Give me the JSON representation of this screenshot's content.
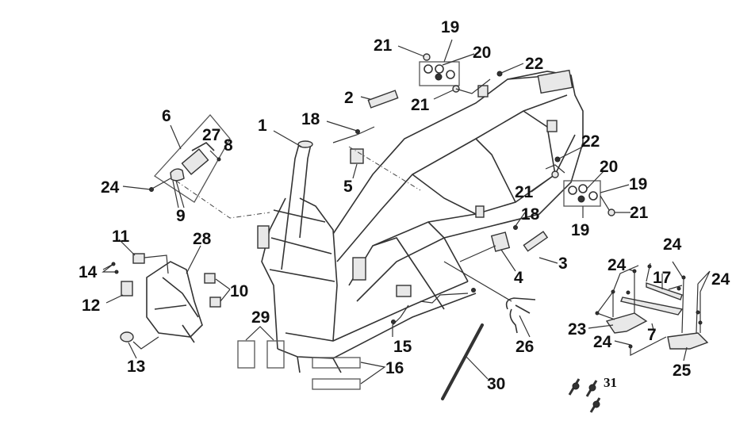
{
  "title": "Frame assembly exploded parts diagram",
  "callouts": [
    {
      "id": "c1",
      "label": "1"
    },
    {
      "id": "c2",
      "label": "2"
    },
    {
      "id": "c3",
      "label": "3"
    },
    {
      "id": "c4",
      "label": "4"
    },
    {
      "id": "c5",
      "label": "5"
    },
    {
      "id": "c6",
      "label": "6"
    },
    {
      "id": "c7",
      "label": "7"
    },
    {
      "id": "c8",
      "label": "8"
    },
    {
      "id": "c9",
      "label": "9"
    },
    {
      "id": "c10",
      "label": "10"
    },
    {
      "id": "c11",
      "label": "11"
    },
    {
      "id": "c12",
      "label": "12"
    },
    {
      "id": "c13",
      "label": "13"
    },
    {
      "id": "c14",
      "label": "14"
    },
    {
      "id": "c15",
      "label": "15"
    },
    {
      "id": "c16",
      "label": "16"
    },
    {
      "id": "c17",
      "label": "17"
    },
    {
      "id": "c18a",
      "label": "18"
    },
    {
      "id": "c18b",
      "label": "18"
    },
    {
      "id": "c19a",
      "label": "19"
    },
    {
      "id": "c19b",
      "label": "19"
    },
    {
      "id": "c19c",
      "label": "19"
    },
    {
      "id": "c20a",
      "label": "20"
    },
    {
      "id": "c20b",
      "label": "20"
    },
    {
      "id": "c21a",
      "label": "21"
    },
    {
      "id": "c21b",
      "label": "21"
    },
    {
      "id": "c21c",
      "label": "21"
    },
    {
      "id": "c21d",
      "label": "21"
    },
    {
      "id": "c22a",
      "label": "22"
    },
    {
      "id": "c22b",
      "label": "22"
    },
    {
      "id": "c23",
      "label": "23"
    },
    {
      "id": "c24a",
      "label": "24"
    },
    {
      "id": "c24b",
      "label": "24"
    },
    {
      "id": "c24c",
      "label": "24"
    },
    {
      "id": "c24d",
      "label": "24"
    },
    {
      "id": "c24e",
      "label": "24"
    },
    {
      "id": "c25",
      "label": "25"
    },
    {
      "id": "c26",
      "label": "26"
    },
    {
      "id": "c27",
      "label": "27"
    },
    {
      "id": "c28",
      "label": "28"
    },
    {
      "id": "c29",
      "label": "29"
    },
    {
      "id": "c30",
      "label": "30"
    },
    {
      "id": "c31",
      "label": "31"
    }
  ],
  "colors": {
    "line": "#333333",
    "text": "#111111",
    "background": "#ffffff"
  }
}
